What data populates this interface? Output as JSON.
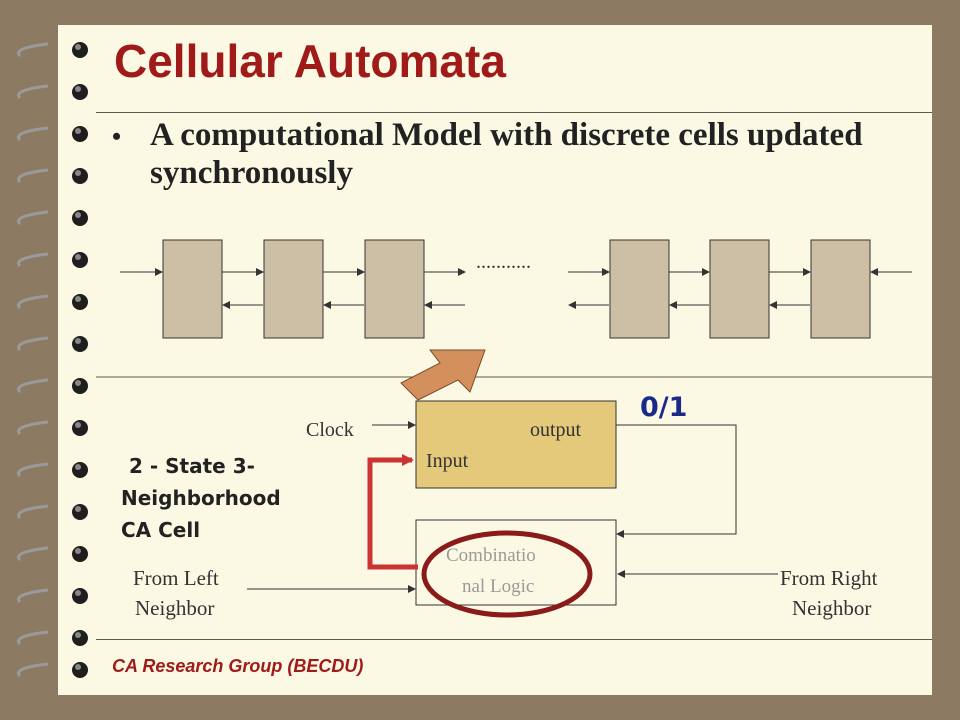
{
  "title": "Cellular Automata",
  "bullet_text": "A computational  Model with  discrete cells updated  synchronously",
  "bullet_symbol": "•",
  "diagram": {
    "ellipsis": "...........",
    "clock_label": "Clock",
    "output_label": "output",
    "input_label": "Input",
    "value_label": "0/1",
    "state_line1": "2 - State 3-",
    "state_line2": "Neighborhood",
    "state_line3": "CA Cell",
    "logic_line1": "Combinatio",
    "logic_line2": "nal Logic",
    "left_line1": "From Left",
    "left_line2": "Neighbor",
    "right_line1": "From Right",
    "right_line2": "Neighbor"
  },
  "footer": "CA Research Group (BECDU)",
  "colors": {
    "title": "#a11a1a",
    "cell_fill": "#cdbfa5",
    "register_fill": "#e3c979",
    "highlight": "#cc3333",
    "ellipse": "#8b1a1a",
    "arrow_pointer": "#d4905c",
    "value_text": "#1a2a8a"
  }
}
